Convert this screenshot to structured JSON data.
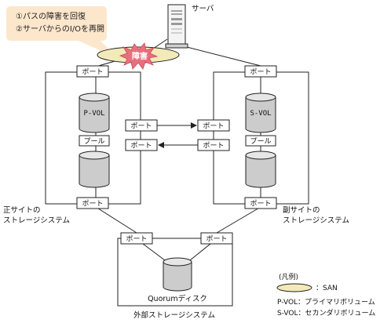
{
  "server": {
    "label": "サーバ"
  },
  "callout": {
    "line1": "①パスの障害を回復",
    "line2": "②サーバからのI/Oを再開"
  },
  "fault": {
    "label": "障害"
  },
  "primary_site": {
    "label_line1": "正サイトの",
    "label_line2": "ストレージシステム",
    "port_label": "ポート",
    "volume_label": "P-VOL",
    "pool_label": "プール"
  },
  "secondary_site": {
    "label_line1": "副サイトの",
    "label_line2": "ストレージシステム",
    "port_label": "ポート",
    "volume_label": "S-VOL",
    "pool_label": "プール"
  },
  "external_storage": {
    "label": "外部ストレージシステム",
    "port_label": "ポート",
    "disk_label": "Quorumディスク"
  },
  "legend": {
    "title": "(凡例)",
    "san_label": "：SAN",
    "pvol_desc": "P-VOL：プライマリボリューム",
    "svol_desc": "S-VOL：セカンダリボリューム"
  },
  "colors": {
    "san_fill": "#f2eab8",
    "burst_fill": "#e8707e",
    "callout_fill": "#fde7cc",
    "line": "#222222"
  }
}
